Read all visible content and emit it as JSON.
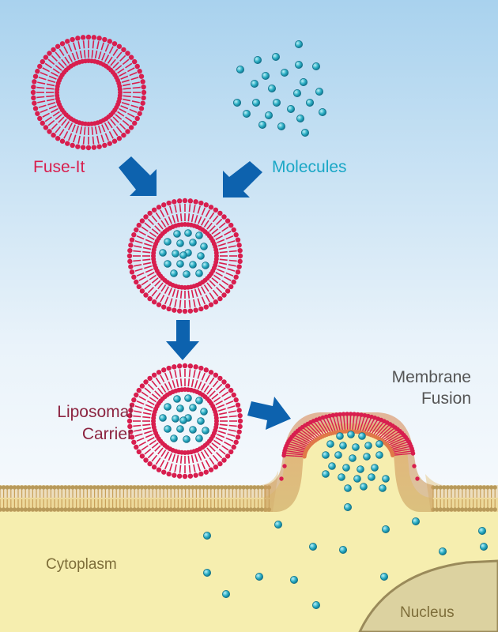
{
  "labels": {
    "fuse_it": "Fuse-It",
    "molecules": "Molecules",
    "liposomal_carrier_line1": "Liposomal",
    "liposomal_carrier_line2": "Carrier",
    "membrane_fusion_line1": "Membrane",
    "membrane_fusion_line2": "Fusion",
    "cytoplasm": "Cytoplasm",
    "nucleus": "Nucleus"
  },
  "colors": {
    "sky_top": "#a9d2ee",
    "sky_bottom": "#ffffff",
    "lipid_red": "#d81e4e",
    "lipid_head_orange": "#e07848",
    "membrane_tan": "#c8a05a",
    "membrane_head": "#b8a060",
    "cytoplasm": "#f6eeaf",
    "nucleus": "#dcd2a0",
    "nucleus_edge": "#9a8a5a",
    "molecule": "#2aaec4",
    "arrow_blue": "#0d62ae",
    "label_red": "#d81e4e",
    "label_cyan": "#1aa7c6",
    "label_maroon": "#8c2440",
    "label_gray": "#555555",
    "label_tan": "#7e6e3a"
  },
  "icons": [
    "arrow-down-right-icon",
    "arrow-down-left-icon",
    "arrow-down-icon",
    "arrow-right-icon"
  ]
}
